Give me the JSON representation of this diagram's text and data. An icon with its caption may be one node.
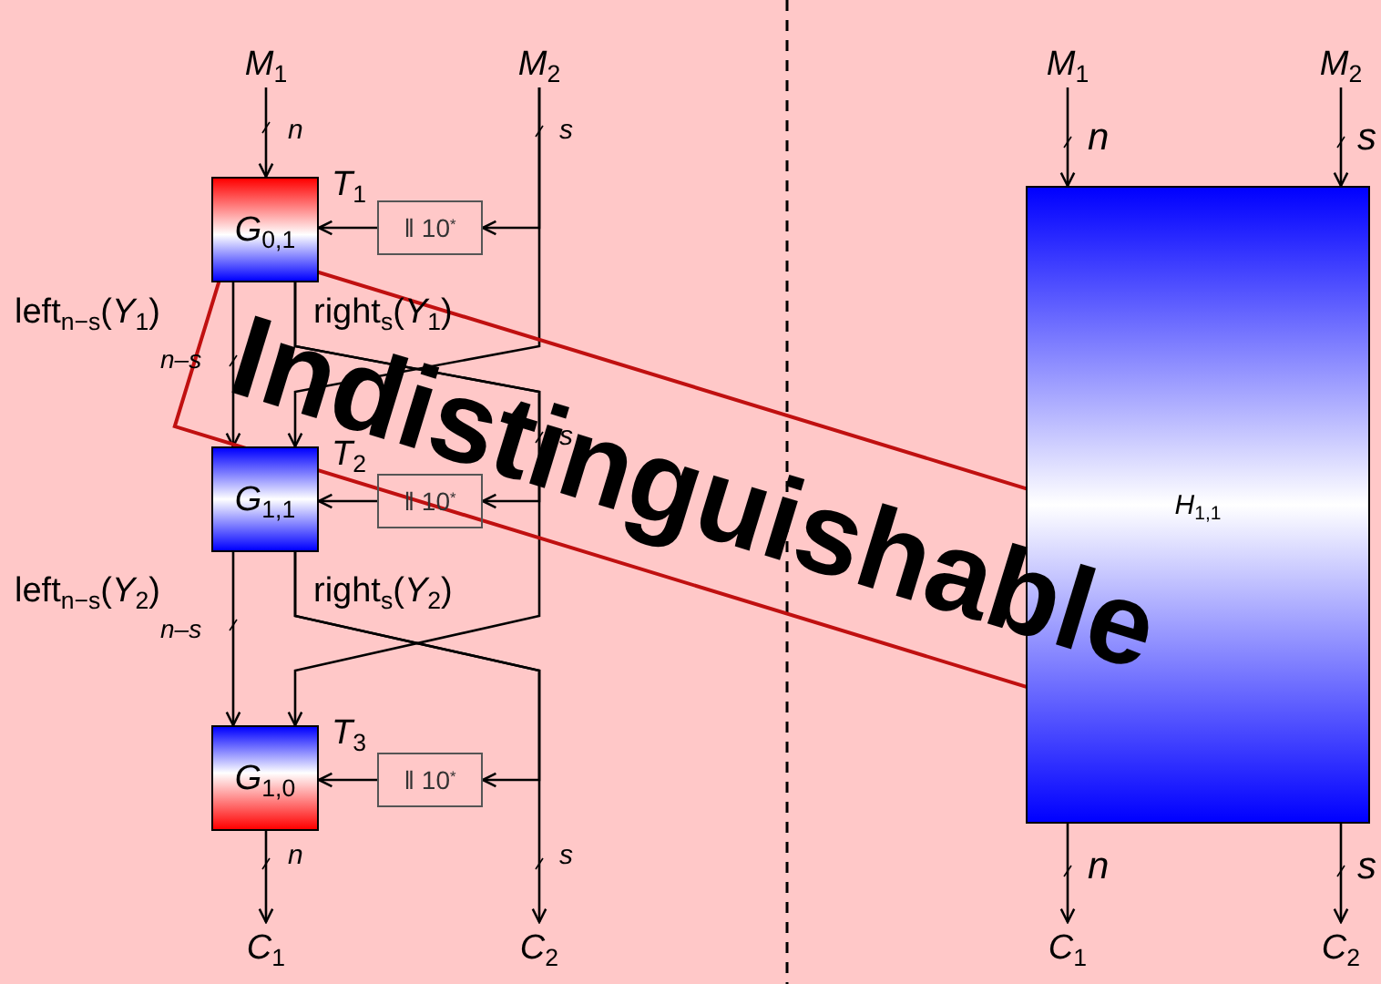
{
  "diagram": {
    "nodes": [
      {
        "text": [
          "*M*$_{1}$"
        ]
      },
      {
        "text": [
          "*M*$_{2}$"
        ]
      },
      {
        "text": [
          "*G*$_{0,1}$"
        ],
        "beside": [
          "*T*$_{1}$"
        ]
      },
      {
        "text": [
          "‖ 10$^{*}$"
        ]
      },
      {
        "text": [
          "*G*$_{1,1}$"
        ],
        "beside": [
          "*T*$_{2}$"
        ]
      },
      {
        "text": [
          "‖ 10$^{*}$"
        ]
      },
      {
        "text": [
          "*G*$_{1,0}$"
        ],
        "beside": [
          "*T*$_{3}$"
        ]
      },
      {
        "text": [
          "‖ 10$^{*}$"
        ]
      },
      {
        "text": [
          "*C*$_{1}$"
        ]
      },
      {
        "text": [
          "*C*$_{2}$"
        ]
      },
      {
        "text": [
          "*M*$_{1}$"
        ]
      },
      {
        "text": [
          "*M*$_{2}$"
        ]
      },
      {
        "text": [
          "*H*$_{1,1}$"
        ]
      },
      {
        "text": [
          "*C*$_{1}$"
        ]
      },
      {
        "text": [
          "*C*$_{2}$"
        ]
      }
    ],
    "edges": [
      {
        "from": 0,
        "to": 2,
        "arrow": "to"
      },
      {
        "from": 1,
        "to": 3,
        "arrow": "to"
      },
      {
        "from": 3,
        "to": 2,
        "arrow": "to"
      },
      {
        "from": 1,
        "to": 4,
        "arrow": "to"
      },
      {
        "from": 2,
        "to": 4,
        "arrow": "to"
      },
      {
        "from": 2,
        "to": 5,
        "arrow": "to"
      },
      {
        "from": 5,
        "to": 4,
        "arrow": "to"
      },
      {
        "from": 2,
        "to": 6,
        "arrow": "to"
      },
      {
        "from": 4,
        "to": 6,
        "arrow": "to"
      },
      {
        "from": 4,
        "to": 7,
        "arrow": "to"
      },
      {
        "from": 7,
        "to": 6,
        "arrow": "to"
      },
      {
        "from": 4,
        "to": 9,
        "arrow": "to"
      },
      {
        "from": 6,
        "to": 8,
        "arrow": "to"
      },
      {
        "from": 10,
        "to": 12,
        "arrow": "to"
      },
      {
        "from": 11,
        "to": 12,
        "arrow": "to"
      },
      {
        "from": 12,
        "to": 13,
        "arrow": "to"
      },
      {
        "from": 12,
        "to": 14,
        "arrow": "to"
      }
    ],
    "labels": [
      "n",
      "s",
      "left$_{n−s}$(*Y*$_{1}$)",
      "right$_{s}$(*Y*$_{1}$)",
      "n–s",
      "s",
      "left$_{n−s}$(*Y*$_{2}$)",
      "right$_{s}$(*Y*$_{2}$)",
      "n–s",
      "n",
      "s",
      "n",
      "s",
      "n",
      "s",
      "Indistinguishable"
    ]
  }
}
